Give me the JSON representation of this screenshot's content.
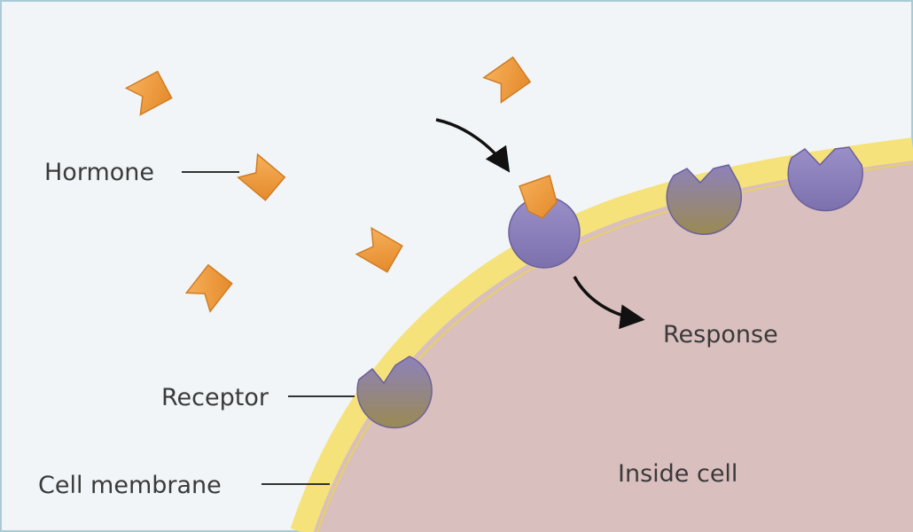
{
  "labels": {
    "hormone": "Hormone",
    "response": "Response",
    "receptor": "Receptor",
    "cell_membrane": "Cell membrane",
    "inside_cell": "Inside cell"
  },
  "colors": {
    "background": "#f1f5f8",
    "frame": "#a9cbd6",
    "cytoplasm": "#d9bfbd",
    "membrane": "#f6e27a",
    "membrane_edge": "#e0c24a",
    "hormone": "#f0a044",
    "receptor": "#8f83bf",
    "receptor_bound": "#8a8060",
    "arrow": "#111111",
    "label_text": "#3a3a3a",
    "leader_line": "#333333"
  },
  "icons": {
    "hormone": "notched-pentagon-molecule",
    "receptor": "notched-circle-receptor",
    "arrow": "curved-arrow"
  }
}
